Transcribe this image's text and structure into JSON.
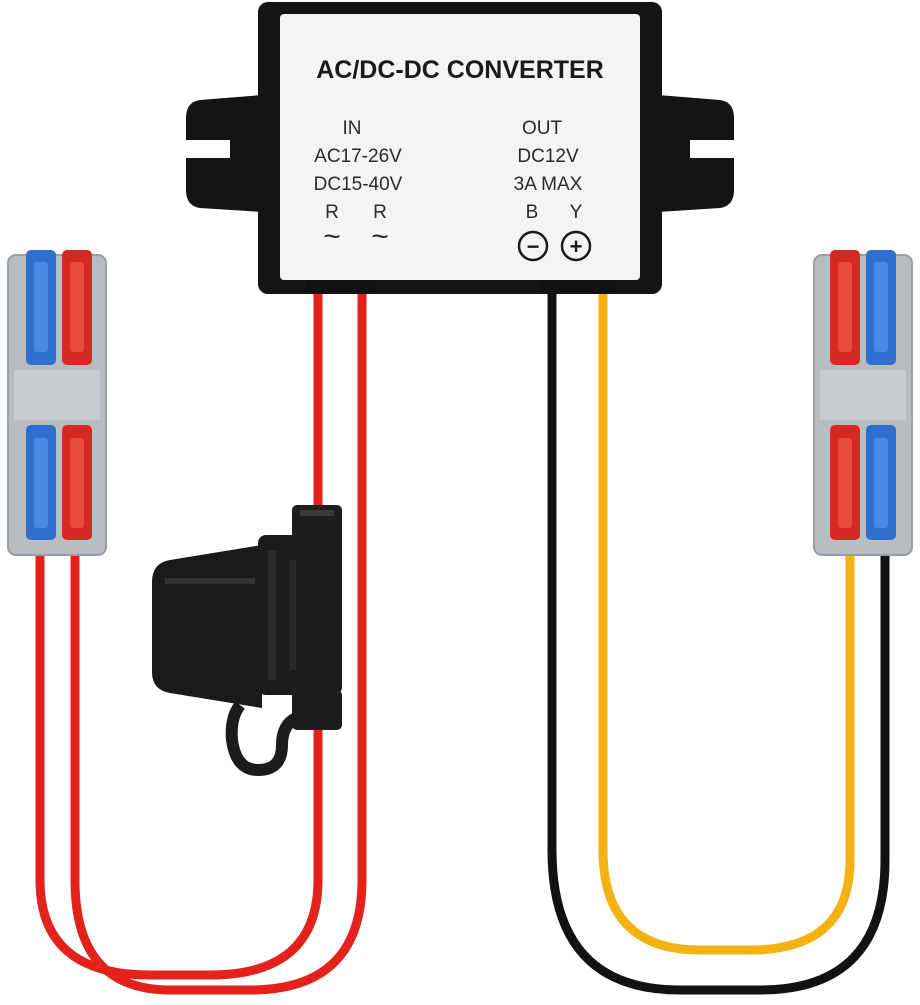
{
  "label": {
    "title": "AC/DC-DC CONVERTER",
    "input_heading": "IN",
    "input_ac": "AC17-26V",
    "input_dc": "DC15-40V",
    "input_wire_1": "R",
    "input_wire_2": "R",
    "input_symbol_1": "~",
    "input_symbol_2": "~",
    "output_heading": "OUT",
    "output_voltage": "DC12V",
    "output_current": "3A MAX",
    "output_wire_neg": "B",
    "output_wire_pos": "Y",
    "neg_symbol": "−",
    "pos_symbol": "+"
  },
  "colors": {
    "background": "#ffffff",
    "housing": "#141414",
    "label_face": "#f4f4f4",
    "wire_red": "#e4221c",
    "wire_black": "#121212",
    "wire_yellow": "#f2b312",
    "lever_blue": "#2f6fd0",
    "lever_red": "#d52a22",
    "connector_body": "#b9bcc0",
    "fuse_holder": "#1c1c1c"
  }
}
